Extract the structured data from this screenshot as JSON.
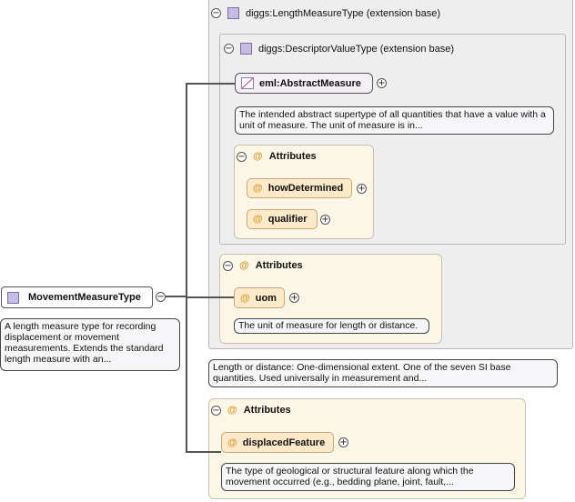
{
  "root": {
    "name": "MovementMeasureType",
    "doc": "A length measure type for recording displacement or movement measurements. Extends the standard length measure with an..."
  },
  "length_measure": {
    "title": "diggs:LengthMeasureType (extension base)",
    "doc": "Length or distance: One-dimensional extent. One of the seven SI base quantities. Used universally in measurement and..."
  },
  "descriptor_value": {
    "title": "diggs:DescriptorValueType (extension base)"
  },
  "abstract_measure": {
    "name": "eml:AbstractMeasure",
    "doc": "The intended abstract supertype of all quantities that have a value with a unit of measure. The unit of measure is in..."
  },
  "attributes_descriptor": {
    "label": "Attributes",
    "items": [
      "howDetermined",
      "qualifier"
    ]
  },
  "attributes_length": {
    "label": "Attributes",
    "item": "uom",
    "item_doc": "The unit of measure for length or distance."
  },
  "attributes_movement": {
    "label": "Attributes",
    "item": "displacedFeature",
    "item_doc": "The type of geological or structural feature along which the movement occurred (e.g., bedding plane, joint, fault,..."
  },
  "symbols": {
    "collapse": "−",
    "expand": "+",
    "attribute": "@"
  },
  "icons": {
    "type": "type-square-icon",
    "abstract": "abstract-element-icon",
    "attribute": "attribute-at-icon"
  },
  "colors": {
    "type_icon": "#c7bce4",
    "attribute_fill": "#fbe9c9",
    "attribute_panel": "#fcf6e6",
    "group_box": "#eeeeef"
  }
}
